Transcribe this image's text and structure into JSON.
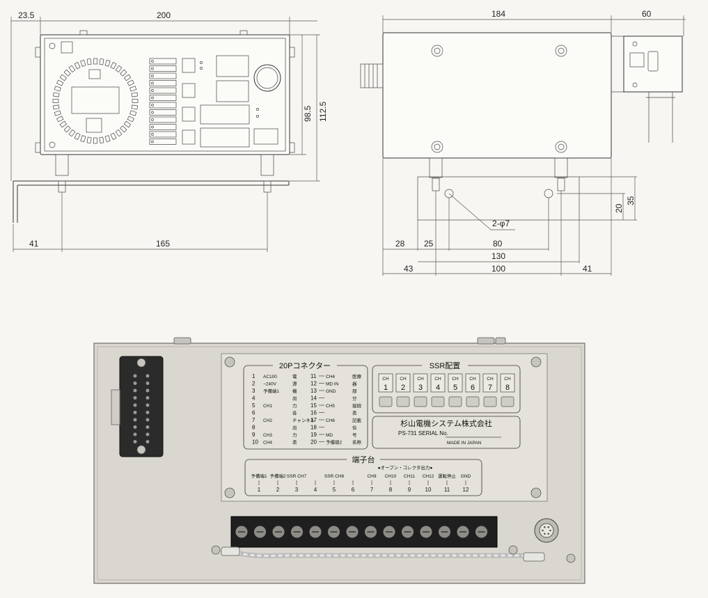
{
  "dimensions": {
    "front": {
      "left_offset": "23.5",
      "width": "200",
      "height_inner": "98.5",
      "height_outer": "112.5",
      "foot_left": "41",
      "foot_span": "165"
    },
    "side": {
      "depth": "184",
      "connector_depth": "60",
      "d35": "35",
      "d20": "20",
      "hole_label": "2-φ7",
      "d28": "28",
      "d25": "25",
      "d80": "80",
      "d130": "130",
      "d43": "43",
      "d100": "100",
      "d41": "41"
    }
  },
  "rear": {
    "connector_title": "20Pコネクター",
    "connector_left_pins": [
      "1",
      "2",
      "3",
      "4",
      "5",
      "6",
      "7",
      "8",
      "9",
      "10"
    ],
    "connector_left_labels": [
      "AC100",
      "~240V",
      "予備端1",
      "",
      "CH1",
      "",
      "CH2",
      "",
      "CH3",
      "CH4"
    ],
    "connector_right_pins": [
      "11",
      "12",
      "13",
      "14",
      "15",
      "16",
      "17",
      "18",
      "19",
      "20"
    ],
    "connector_right_labels": [
      "CH4",
      "MD IN",
      "GND",
      "",
      "CH5",
      "",
      "CH6",
      "",
      "MD",
      "予備端2"
    ],
    "connector_side_left": [
      "電",
      "源",
      "機",
      "出",
      "力",
      "各",
      "チャンネル",
      "出",
      "力",
      "表"
    ],
    "connector_side_right": [
      "医療",
      "器",
      "部",
      "分",
      "接続",
      "表",
      "記載",
      "信",
      "号",
      "名称"
    ],
    "ssr_title": "SSR配置",
    "ssr_channels": [
      "1",
      "2",
      "3",
      "4",
      "5",
      "6",
      "7",
      "8"
    ],
    "ssr_ch_prefix": "CH",
    "company": "杉山電機システム株式会社",
    "serial_label": "PS-731  SERIAL No.",
    "made_in": "MADE IN JAPAN",
    "terminal_title": "端子台",
    "terminal_note": "●オープン・コレクタ出力●",
    "terminal_labels": [
      "予備端1",
      "予備端2",
      "SSR CH7",
      "",
      "SSR CH8",
      "",
      "CH9",
      "CH10",
      "CH11",
      "CH12",
      "運転停止",
      "GND"
    ],
    "terminal_numbers": [
      "1",
      "2",
      "3",
      "4",
      "5",
      "6",
      "7",
      "8",
      "9",
      "10",
      "11",
      "12"
    ]
  }
}
